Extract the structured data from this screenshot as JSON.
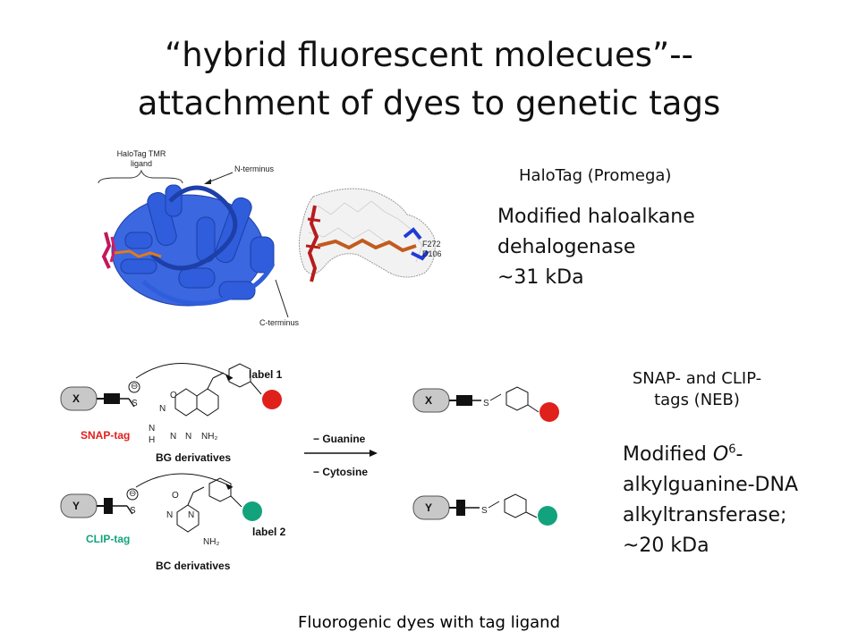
{
  "slide": {
    "title_line1": "“hybrid fluorescent molecues”--",
    "title_line2": "attachment of dyes to genetic tags",
    "caption": "Fluorogenic dyes with tag ligand"
  },
  "halotag_figure": {
    "ligand_label_1": "HaloTag TMR",
    "ligand_label_2": "ligand",
    "n_terminus": "N-terminus",
    "c_terminus": "C-terminus",
    "residue_1": "F272",
    "residue_2": "D106"
  },
  "halotag_text": {
    "heading": "HaloTag (Promega)",
    "line1": "Modified haloalkane",
    "line2": "dehalogenase",
    "line3": "~31 kDa"
  },
  "scheme": {
    "x_label": "X",
    "y_label": "Y",
    "s_atom": "S",
    "minus": "⊖",
    "snap_tag": "SNAP-tag",
    "clip_tag": "CLIP-tag",
    "label1": "label 1",
    "label2": "label 2",
    "bg_derivatives": "BG derivatives",
    "bc_derivatives": "BC derivatives",
    "minus_guanine": "− Guanine",
    "minus_cytosine": "− Cytosine",
    "nh2": "NH₂",
    "atom_n": "N",
    "atom_h": "H",
    "atom_o": "O",
    "colors": {
      "snap": "#e0201b",
      "clip": "#13a37c"
    }
  },
  "snap_text": {
    "heading1": "SNAP- and CLIP-",
    "heading2": "tags (NEB)",
    "line1_prefix": "Modified ",
    "line1_italic": "O",
    "line1_sup": "6",
    "line1_suffix": "-",
    "line2": "alkylguanine-DNA",
    "line3": "alkyltransferase;",
    "line4": "~20 kDa"
  }
}
